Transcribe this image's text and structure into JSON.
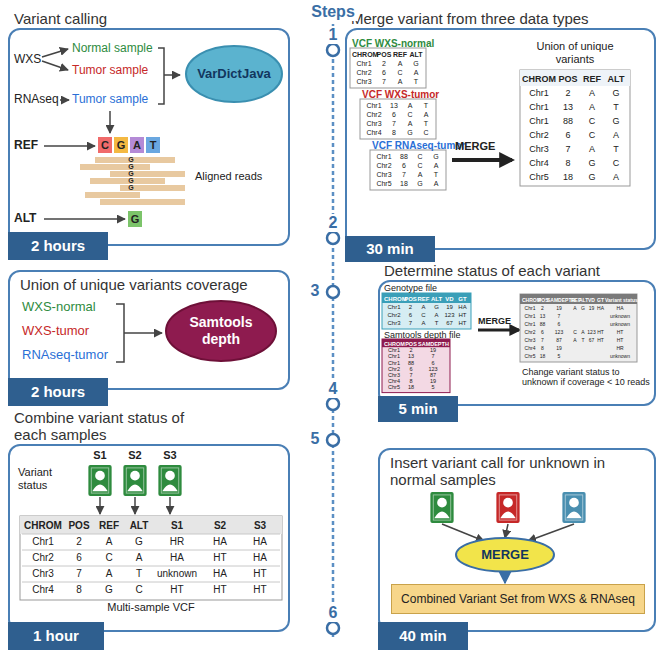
{
  "diagram": {
    "nodes": [
      {
        "text": [
          "Variant calling"
        ]
      },
      {
        "text": [
          "VarDictJava"
        ],
        "in": 0
      },
      {
        "text": [
          "2 hours"
        ],
        "in": 0
      },
      {
        "text": [
          "Merge variant from three data types"
        ]
      },
      {
        "text": [
          "30 min"
        ],
        "in": 3
      },
      {
        "text": [
          "Union of unique variants coverage"
        ]
      },
      {
        "text": [
          "Samtools depth"
        ],
        "in": 5
      },
      {
        "text": [
          "2 hours"
        ],
        "in": 5
      },
      {
        "text": [
          "Determine status of each variant"
        ]
      },
      {
        "text": [
          "5 min"
        ],
        "in": 8
      },
      {
        "text": [
          "Combine variant status of each samples"
        ]
      },
      {
        "text": [
          "1 hour"
        ],
        "in": 10
      },
      {
        "text": [
          "Insert variant call for unknown in normal samples"
        ]
      },
      {
        "text": [
          "MERGE"
        ],
        "in": 12
      },
      {
        "text": [
          "Combined Variant Set from WXS & RNAseq"
        ],
        "in": 12
      },
      {
        "text": [
          "40 min"
        ],
        "in": 12
      }
    ],
    "edges": [
      {
        "from": 13,
        "to": 14,
        "arrow": "to"
      }
    ],
    "labels": [
      "WXS",
      "Normal sample",
      "Tumor sample",
      "RNAseq",
      "Tumor sample",
      "REF",
      "C",
      "G",
      "A",
      "T",
      "G",
      "G",
      "G",
      "G",
      "G",
      "Aligned reads",
      "ALT",
      "G",
      "VCF WXS-normal",
      "CHROM",
      "POS",
      "REF",
      "ALT",
      "Chr1",
      "2",
      "A",
      "G",
      "Chr2",
      "6",
      "C",
      "A",
      "Chr3",
      "7",
      "A",
      "T",
      "VCF WXS-tumor",
      "Chr1",
      "13",
      "A",
      "T",
      "Chr2",
      "6",
      "C",
      "A",
      "Chr3",
      "7",
      "A",
      "T",
      "Chr4",
      "8",
      "G",
      "C",
      "VCF RNAseq-tumor",
      "Chr1",
      "88",
      "C",
      "G",
      "Chr2",
      "6",
      "C",
      "A",
      "Chr3",
      "7",
      "A",
      "T",
      "Chr5",
      "18",
      "G",
      "A",
      "MERGE",
      "Union of unique variants",
      "CHROM",
      "POS",
      "REF",
      "ALT",
      "Chr1",
      "2",
      "A",
      "G",
      "Chr1",
      "13",
      "A",
      "T",
      "Chr1",
      "88",
      "C",
      "G",
      "Chr2",
      "6",
      "C",
      "A",
      "Chr3",
      "7",
      "A",
      "T",
      "Chr4",
      "8",
      "G",
      "C",
      "Chr5",
      "18",
      "G",
      "A",
      "WXS-normal",
      "WXS-tumor",
      "RNAseq-tumor",
      "Genotype file",
      "CHROM",
      "POS",
      "REF",
      "ALT",
      "VD",
      "GT",
      "Chr1",
      "2",
      "A",
      "G",
      "19",
      "HA",
      "Chr2",
      "6",
      "C",
      "A",
      "123",
      "HT",
      "Chr3",
      "7",
      "A",
      "T",
      "67",
      "HT",
      "Samtools depth file",
      "CHROM",
      "POS",
      "SAMDEPTH",
      "Chr1",
      "2",
      "19",
      "Chr1",
      "13",
      "7",
      "Chr1",
      "88",
      "6",
      "Chr2",
      "6",
      "123",
      "Chr3",
      "7",
      "87",
      "Chr4",
      "8",
      "19",
      "Chr5",
      "18",
      "5",
      "MERGE",
      "CHROM",
      "POS",
      "SAMDEPTH",
      "REF",
      "ALT",
      "VD",
      "GT",
      "Variant status",
      "Chr1",
      "2",
      "19",
      "A",
      "G",
      "19",
      "HA",
      "HA",
      "Chr1",
      "13",
      "7",
      "unknown",
      "Chr1",
      "88",
      "6",
      "unknown",
      "Chr2",
      "6",
      "123",
      "C",
      "A",
      "123",
      "HT",
      "HT",
      "Chr3",
      "7",
      "87",
      "A",
      "T",
      "67",
      "HT",
      "HT",
      "Chr4",
      "8",
      "19",
      "HR",
      "Chr5",
      "18",
      "5",
      "unknown",
      "Change variant status to unknown if coverage < 10 reads",
      "S1",
      "S2",
      "S3",
      "Variant status",
      "CHROM",
      "POS",
      "REF",
      "ALT",
      "S1",
      "S2",
      "S3",
      "Chr1",
      "2",
      "A",
      "G",
      "HR",
      "HA",
      "HA",
      "Chr2",
      "6",
      "C",
      "A",
      "HA",
      "HT",
      "HA",
      "Chr3",
      "7",
      "A",
      "T",
      "unknown",
      "HA",
      "HT",
      "Chr4",
      "8",
      "G",
      "C",
      "HT",
      "HT",
      "HT",
      "Multi-sample VCF",
      "Steps",
      "1",
      "2",
      "3",
      "4",
      "5",
      "6"
    ]
  }
}
